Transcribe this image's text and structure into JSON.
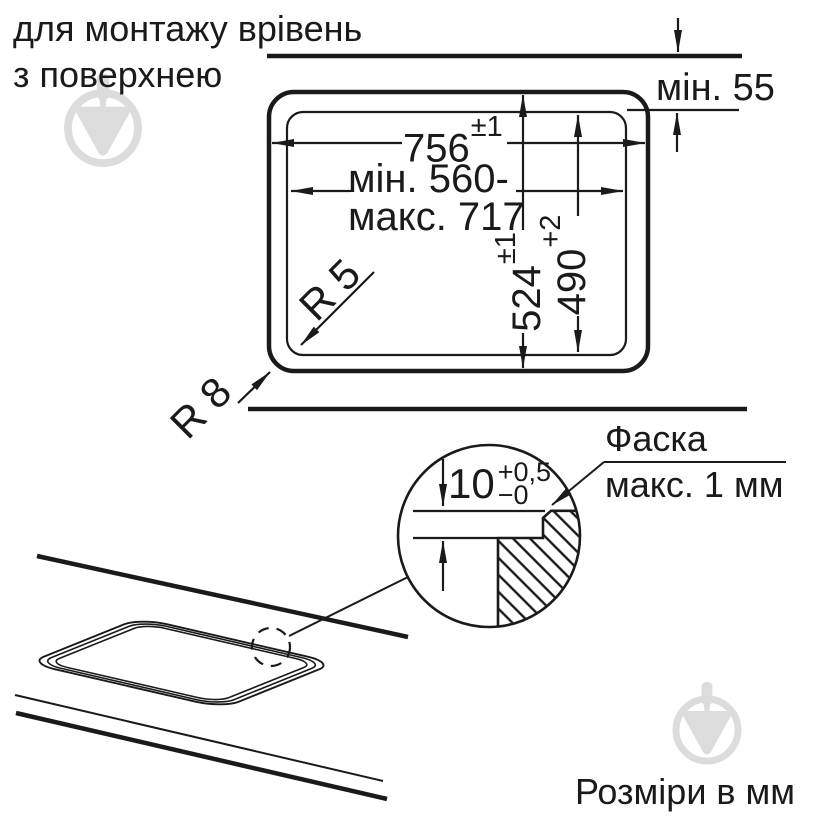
{
  "title": {
    "line1": "для монтажу врівень",
    "line2": "з поверхнею"
  },
  "dimensions": {
    "top_clearance": "мін. 55",
    "outer_width": {
      "value": "756",
      "tolerance": "±1"
    },
    "cutout_width": {
      "line1": "мін. 560-",
      "line2": "макс. 717"
    },
    "outer_depth": {
      "value": "524",
      "tolerance": "±1"
    },
    "cutout_depth": {
      "value": "490",
      "tolerance": "+2"
    },
    "inner_corner_radius": "R 5",
    "outer_corner_radius": "R 8"
  },
  "detail": {
    "recess_depth": {
      "value": "10",
      "tolerance_plus": "+0,5",
      "tolerance_minus": "−0"
    },
    "chamfer": {
      "line1": "Фаска",
      "line2": "макс. 1 мм"
    }
  },
  "footer": {
    "units_note": "Розміри в мм"
  },
  "colors": {
    "ink": "#1a1a1a",
    "watermark": "#dcdcdc",
    "background": "#ffffff"
  }
}
